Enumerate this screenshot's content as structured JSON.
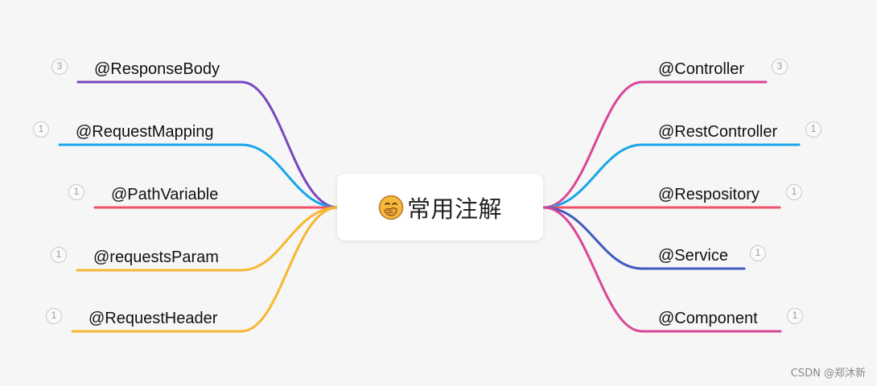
{
  "center": {
    "title": "常用注解",
    "emoji": "face-with-hand-over-mouth-icon"
  },
  "left_branches": [
    {
      "label": "@ResponseBody",
      "count": "3",
      "color": "#7b45c0"
    },
    {
      "label": "@RequestMapping",
      "count": "1",
      "color": "#1aa6e8"
    },
    {
      "label": "@PathVariable",
      "count": "1",
      "color": "#f2516a"
    },
    {
      "label": "@requestsParam",
      "count": "1",
      "color": "#f7b731"
    },
    {
      "label": "@RequestHeader",
      "count": "1",
      "color": "#f7b731"
    }
  ],
  "right_branches": [
    {
      "label": "@Controller",
      "count": "3",
      "color": "#d9469a"
    },
    {
      "label": "@RestController",
      "count": "1",
      "color": "#1aa6e8"
    },
    {
      "label": "@Respository",
      "count": "1",
      "color": "#f2516a"
    },
    {
      "label": "@Service",
      "count": "1",
      "color": "#3f5bbf"
    },
    {
      "label": "@Component",
      "count": "1",
      "color": "#d9469a"
    }
  ],
  "watermark": "CSDN @郑沐新"
}
